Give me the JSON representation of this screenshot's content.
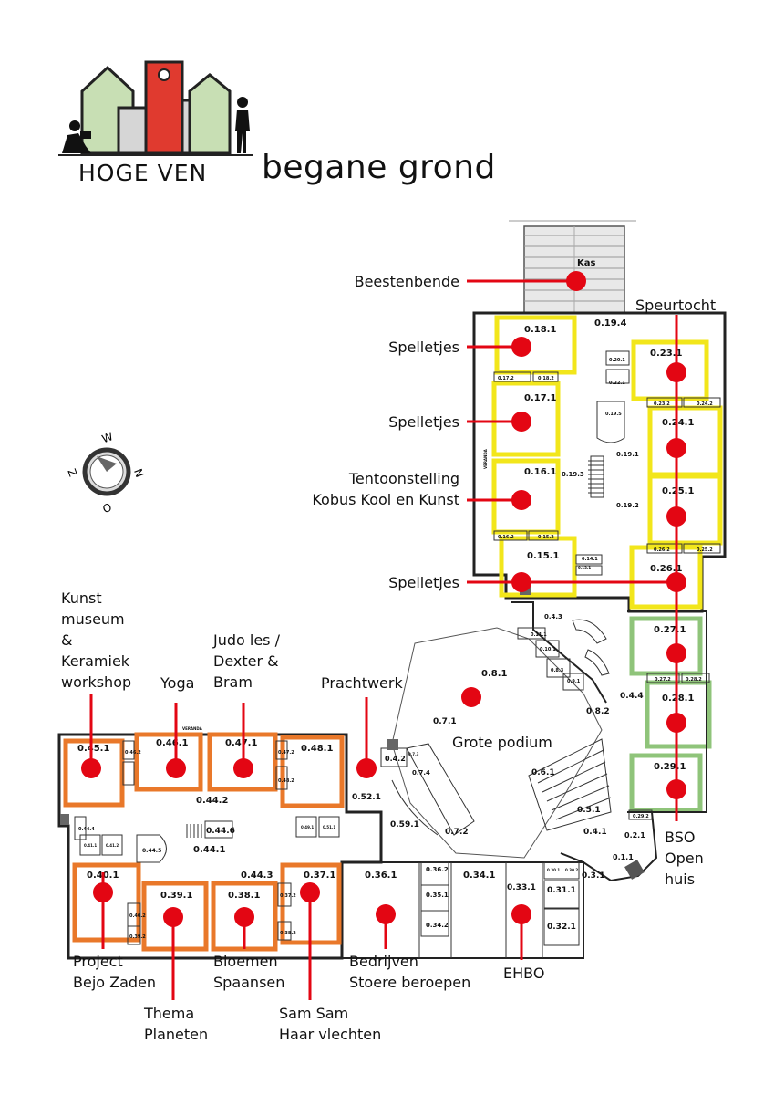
{
  "header": {
    "logo_text": "HOGE VEN",
    "title": "begane grond"
  },
  "compass": {
    "letters": [
      "W",
      "N",
      "O",
      "Z"
    ]
  },
  "colors": {
    "marker": "#e30613",
    "yellow_rooms": "#f2e61b",
    "orange_rooms": "#e9782a",
    "green_rooms": "#8fc47a",
    "walls": "#222222",
    "logo_green": "#c8dfb4",
    "logo_red": "#e03a2f",
    "logo_gray": "#d6d6d6"
  },
  "activities": [
    {
      "id": "beestenbende",
      "lines": [
        "Beestenbende"
      ]
    },
    {
      "id": "spelletjes-1",
      "lines": [
        "Spelletjes"
      ]
    },
    {
      "id": "spelletjes-2",
      "lines": [
        "Spelletjes"
      ]
    },
    {
      "id": "tentoonstelling",
      "lines": [
        "Tentoonstelling",
        "Kobus Kool en Kunst"
      ]
    },
    {
      "id": "spelletjes-3",
      "lines": [
        "Spelletjes"
      ]
    },
    {
      "id": "speurtocht",
      "lines": [
        "Speurtocht"
      ]
    },
    {
      "id": "bso",
      "lines": [
        "BSO",
        "Open",
        "huis"
      ]
    },
    {
      "id": "kunst",
      "lines": [
        "Kunst",
        "museum",
        "&",
        "Keramiek",
        "workshop"
      ]
    },
    {
      "id": "yoga",
      "lines": [
        "Yoga"
      ]
    },
    {
      "id": "judo",
      "lines": [
        "Judo les /",
        "Dexter &",
        "Bram"
      ]
    },
    {
      "id": "prachtwerk",
      "lines": [
        "Prachtwerk"
      ]
    },
    {
      "id": "grote-podium",
      "lines": [
        "Grote  podium"
      ]
    },
    {
      "id": "project",
      "lines": [
        "Project",
        "Bejo Zaden"
      ]
    },
    {
      "id": "thema",
      "lines": [
        "Thema",
        "Planeten"
      ]
    },
    {
      "id": "bloemen",
      "lines": [
        "Bloemen",
        "Spaansen"
      ]
    },
    {
      "id": "samsam",
      "lines": [
        "Sam Sam",
        "Haar vlechten"
      ]
    },
    {
      "id": "bedrijven",
      "lines": [
        "Bedrijven",
        "Stoere beroepen"
      ]
    },
    {
      "id": "ehbo",
      "lines": [
        "EHBO"
      ]
    }
  ],
  "rooms": [
    {
      "id": "kas",
      "label": "Kas"
    },
    {
      "id": "r0181",
      "label": "0.18.1"
    },
    {
      "id": "r0194",
      "label": "0.19.4"
    },
    {
      "id": "r0172",
      "label": "0.17.2"
    },
    {
      "id": "r0182",
      "label": "0.18.2"
    },
    {
      "id": "r0171",
      "label": "0.17.1"
    },
    {
      "id": "r0161",
      "label": "0.16.1"
    },
    {
      "id": "r0193",
      "label": "0.19.3"
    },
    {
      "id": "r0162",
      "label": "0.16.2"
    },
    {
      "id": "r0152",
      "label": "0.15.2"
    },
    {
      "id": "r0151",
      "label": "0.15.1"
    },
    {
      "id": "r0201",
      "label": "0.20.1"
    },
    {
      "id": "r0221",
      "label": "0.22.1"
    },
    {
      "id": "r0195",
      "label": "0.19.5"
    },
    {
      "id": "r0191",
      "label": "0.19.1"
    },
    {
      "id": "r0192",
      "label": "0.19.2"
    },
    {
      "id": "r0231",
      "label": "0.23.1"
    },
    {
      "id": "r0232",
      "label": "0.23.2"
    },
    {
      "id": "r0242",
      "label": "0.24.2"
    },
    {
      "id": "r0241",
      "label": "0.24.1"
    },
    {
      "id": "r0251",
      "label": "0.25.1"
    },
    {
      "id": "r0262",
      "label": "0.26.2"
    },
    {
      "id": "r0252",
      "label": "0.25.2"
    },
    {
      "id": "r0261",
      "label": "0.26.1"
    },
    {
      "id": "r0141",
      "label": "0.14.1"
    },
    {
      "id": "r0131",
      "label": "0.13.1"
    },
    {
      "id": "r043",
      "label": "0.4.3"
    },
    {
      "id": "r0111",
      "label": "0.11.1"
    },
    {
      "id": "r0101",
      "label": "0.10.1"
    },
    {
      "id": "r083",
      "label": "0.8.3"
    },
    {
      "id": "r091",
      "label": "0.9.1"
    },
    {
      "id": "r0271",
      "label": "0.27.1"
    },
    {
      "id": "r0272",
      "label": "0.27.2"
    },
    {
      "id": "r0282",
      "label": "0.28.2"
    },
    {
      "id": "r0281",
      "label": "0.28.1"
    },
    {
      "id": "r044",
      "label": "0.4.4"
    },
    {
      "id": "r0291",
      "label": "0.29.1"
    },
    {
      "id": "r0292",
      "label": "0.29.2"
    },
    {
      "id": "r081",
      "label": "0.8.1"
    },
    {
      "id": "r082",
      "label": "0.8.2"
    },
    {
      "id": "r071",
      "label": "0.7.1"
    },
    {
      "id": "r061",
      "label": "0.6.1"
    },
    {
      "id": "r051",
      "label": "0.5.1"
    },
    {
      "id": "r041",
      "label": "0.4.1"
    },
    {
      "id": "r021",
      "label": "0.2.1"
    },
    {
      "id": "r011",
      "label": "0.1.1"
    },
    {
      "id": "r031",
      "label": "0.3.1"
    },
    {
      "id": "r042",
      "label": "0.4.2"
    },
    {
      "id": "r073",
      "label": "0.7.3"
    },
    {
      "id": "r074",
      "label": "0.7.4"
    },
    {
      "id": "r072",
      "label": "0.7.2"
    },
    {
      "id": "r0591",
      "label": "0.59.1"
    },
    {
      "id": "r0521",
      "label": "0.52.1"
    },
    {
      "id": "r0451",
      "label": "0.45.1"
    },
    {
      "id": "r0462",
      "label": "0.46.2"
    },
    {
      "id": "r0461",
      "label": "0.46.1"
    },
    {
      "id": "r0471",
      "label": "0.47.1"
    },
    {
      "id": "r0472",
      "label": "0.47.2"
    },
    {
      "id": "r0481",
      "label": "0.48.1"
    },
    {
      "id": "r0482",
      "label": "0.48.2"
    },
    {
      "id": "r0442",
      "label": "0.44.2"
    },
    {
      "id": "r0444",
      "label": "0.44.4"
    },
    {
      "id": "r0446",
      "label": "0.44.6"
    },
    {
      "id": "r0445",
      "label": "0.44.5"
    },
    {
      "id": "r0441",
      "label": "0.44.1"
    },
    {
      "id": "r0443",
      "label": "0.44.3"
    },
    {
      "id": "r0411",
      "label": "0.41.1"
    },
    {
      "id": "r0412",
      "label": "0.41.2"
    },
    {
      "id": "r0491",
      "label": "0.49.1"
    },
    {
      "id": "r0511",
      "label": "0.51.1"
    },
    {
      "id": "r0401",
      "label": "0.40.1"
    },
    {
      "id": "r0402",
      "label": "0.40.2"
    },
    {
      "id": "r0391",
      "label": "0.39.1"
    },
    {
      "id": "r0392",
      "label": "0.39.2"
    },
    {
      "id": "r0381",
      "label": "0.38.1"
    },
    {
      "id": "r0371",
      "label": "0.37.1"
    },
    {
      "id": "r0372",
      "label": "0.37.2"
    },
    {
      "id": "r0382",
      "label": "0.38.2"
    },
    {
      "id": "r0361",
      "label": "0.36.1"
    },
    {
      "id": "r0362",
      "label": "0.36.2"
    },
    {
      "id": "r0351",
      "label": "0.35.1"
    },
    {
      "id": "r0342",
      "label": "0.34.2"
    },
    {
      "id": "r0341",
      "label": "0.34.1"
    },
    {
      "id": "r0331",
      "label": "0.33.1"
    },
    {
      "id": "r0311",
      "label": "0.31.1"
    },
    {
      "id": "r0321",
      "label": "0.32.1"
    },
    {
      "id": "r0301",
      "label": "0.30.1"
    },
    {
      "id": "r0302",
      "label": "0.30.2"
    },
    {
      "id": "veranda1",
      "label": "VERANDA"
    },
    {
      "id": "veranda2",
      "label": "VERANDA"
    }
  ]
}
